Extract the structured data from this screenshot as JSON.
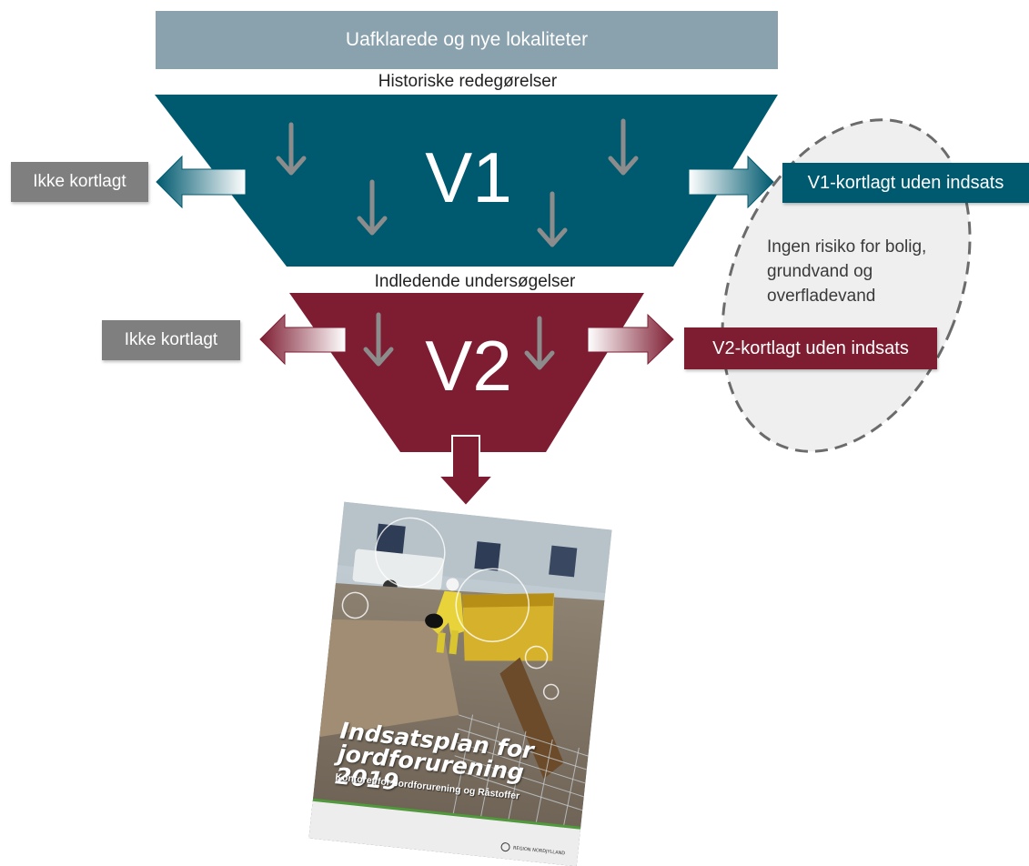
{
  "top_banner": {
    "label": "Uafklarede og nye lokaliteter"
  },
  "v1": {
    "label_above": "Historiske redegørelser",
    "title": "V1",
    "left_box": "Ikke kortlagt",
    "right_box": "V1-kortlagt uden indsats"
  },
  "v2": {
    "label_above": "Indledende undersøgelser",
    "title": "V2",
    "left_box": "Ikke kortlagt",
    "right_box": "V2-kortlagt uden indsats"
  },
  "note": {
    "text": "Ingen risiko for bolig, grundvand og overfladevand"
  },
  "cover": {
    "title_line1": "Indsatsplan for",
    "title_line2": "jordforurening 2019",
    "subtitle": "Kontoret for Jordforurening og Råstoffer",
    "logo_text": "REGION NORDJYLLAND"
  },
  "colors": {
    "teal": "#005a6f",
    "wine": "#7e1d32",
    "grey_box": "#7f7f7f",
    "banner": "#8aa1ae"
  }
}
